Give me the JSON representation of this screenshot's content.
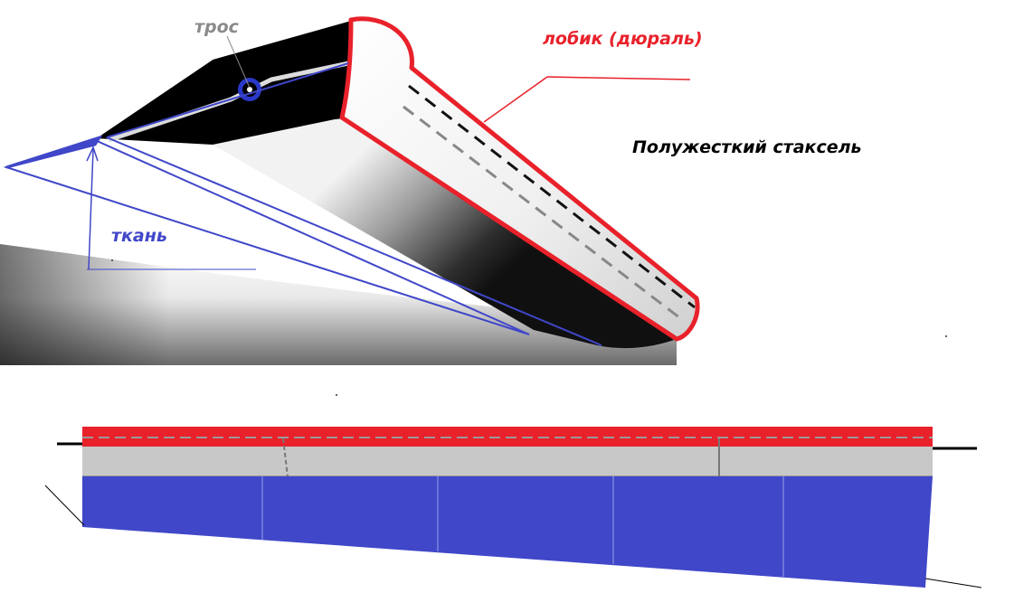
{
  "labels": {
    "cable": "трос",
    "leading_edge": "лобик (дюраль)",
    "title": "Полужесткий стаксель",
    "cloth": "ткань"
  },
  "colors": {
    "cable_label": "#8a8a8a",
    "leading_edge": "#e8212a",
    "cloth": "#4047c8",
    "profile_black": "#000000",
    "profile_grey": "#c8c8c8"
  }
}
